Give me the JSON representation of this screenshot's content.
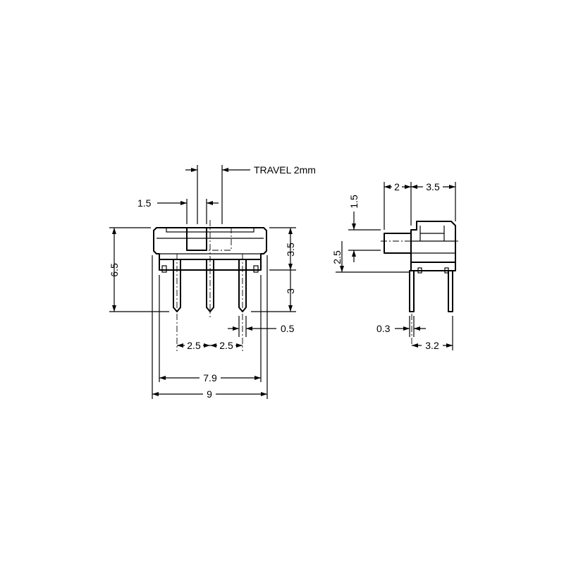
{
  "diagram": {
    "travel_label": "TRAVEL 2mm",
    "front_view": {
      "knob_width": "1.5",
      "overall_height": "6.5",
      "body_height": "3.5",
      "pin_length": "3",
      "pin_width": "0.5",
      "pitch_left": "2.5",
      "pitch_right": "2.5",
      "inner_width": "7.9",
      "overall_width": "9"
    },
    "side_view": {
      "knob_length": "2",
      "body_depth": "3.5",
      "knob_height": "1.5",
      "knob_offset": "2.5",
      "pin_thickness": "0.3",
      "pin_spacing": "3.2"
    }
  }
}
